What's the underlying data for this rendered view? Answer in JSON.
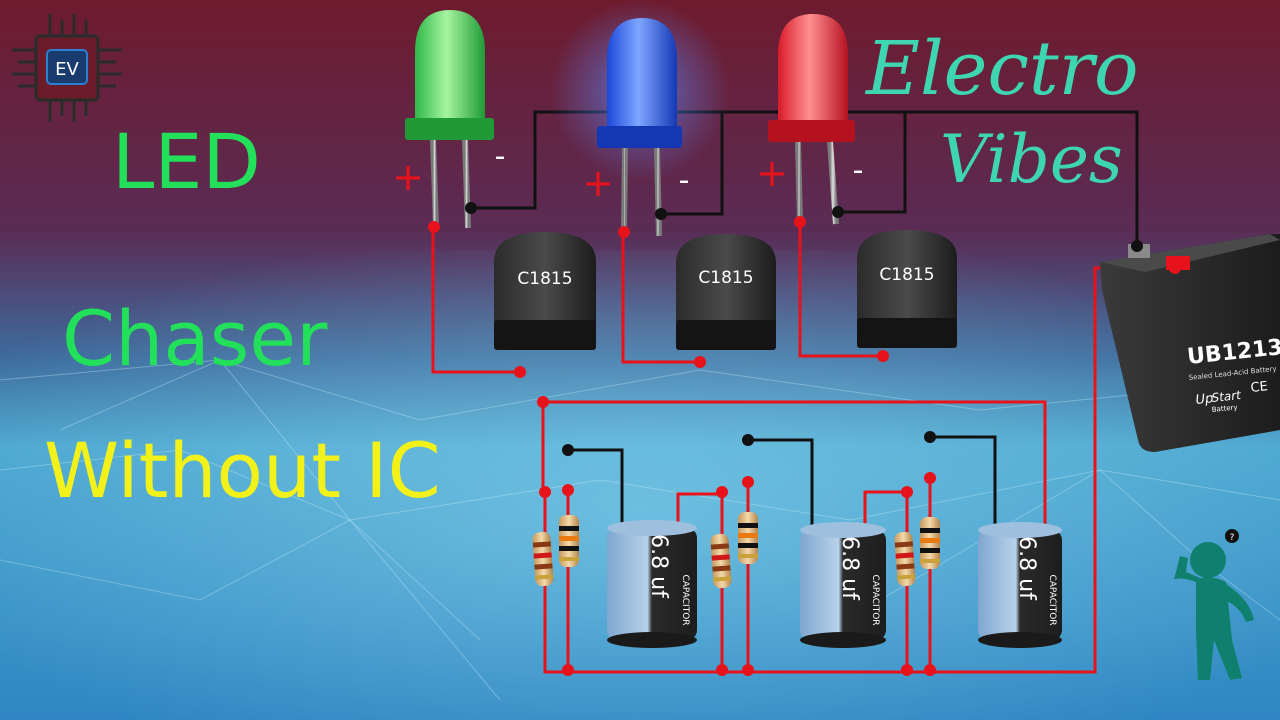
{
  "logo": {
    "text": "EV"
  },
  "titles": {
    "line1": "LED",
    "line2": "Chaser",
    "line3": "Without IC"
  },
  "brand": {
    "line1": "Electro",
    "line2": "Vibes"
  },
  "transistors": [
    {
      "label": "C1815"
    },
    {
      "label": "C1815"
    },
    {
      "label": "C1815"
    }
  ],
  "leds": [
    {
      "color": "green",
      "plus": "+",
      "minus": "-"
    },
    {
      "color": "blue",
      "plus": "+",
      "minus": "-"
    },
    {
      "color": "red",
      "plus": "+",
      "minus": "-"
    }
  ],
  "capacitors": [
    {
      "value": "6.8 uf",
      "label": "CAPACITOR"
    },
    {
      "value": "6.8 uf",
      "label": "CAPACITOR"
    },
    {
      "value": "6.8 uf",
      "label": "CAPACITOR"
    }
  ],
  "battery": {
    "model": "UB1213",
    "subtitle": "Sealed Lead-Acid Battery",
    "brand_top": "Up",
    "brand_bottom": "Start",
    "brand_small": "Battery",
    "marks": "CE"
  },
  "thinker": {
    "mark": "?"
  },
  "colors": {
    "wire_red": "#e8121b",
    "wire_black": "#111111",
    "title_green": "#22e05a",
    "title_yellow": "#f2f21a",
    "brand_teal": "#3dd6b0"
  }
}
